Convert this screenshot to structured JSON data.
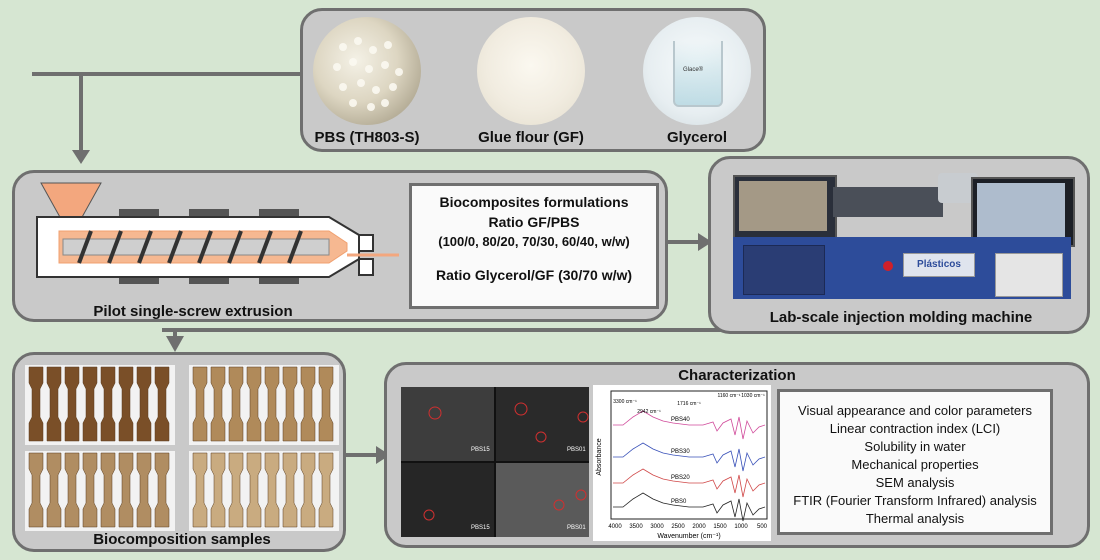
{
  "materials": {
    "pbs": "PBS (TH803-S)",
    "gf": "Glue flour (GF)",
    "glycerol": "Glycerol",
    "beaker_text": "Glace®"
  },
  "extrusion": {
    "label": "Pilot single-screw extrusion"
  },
  "formulations": {
    "line1": "Biocomposites formulations",
    "line2": "Ratio GF/PBS",
    "line3": "(100/0, 80/20, 70/30, 60/40, w/w)",
    "line4": "Ratio Glycerol/GF (30/70 w/w)"
  },
  "injection": {
    "label": "Lab-scale injection molding machine",
    "brand": "Plásticos"
  },
  "samples": {
    "label": "Biocomposition samples"
  },
  "characterization": {
    "title": "Characterization",
    "items": [
      "Visual appearance and color parameters",
      "Linear contraction index (LCI)",
      "Solubility in water",
      "Mechanical properties",
      "SEM analysis",
      "FTIR (Fourier Transform Infrared) analysis",
      "Thermal analysis"
    ],
    "sem_labels": [
      "PBS15",
      "PBS01",
      "PBS15",
      "PBS01"
    ],
    "ftir": {
      "ylabel": "Absorbance",
      "xlabel": "Wavenumber (cm⁻¹)",
      "xticks": [
        "4000",
        "3500",
        "3000",
        "2500",
        "2000",
        "1500",
        "1000",
        "500"
      ],
      "series": [
        "PBS40",
        "PBS30",
        "PBS20",
        "PBS0"
      ],
      "annotations": [
        "3300 cm⁻¹",
        "2942 cm⁻¹",
        "1716 cm⁻¹",
        "1160 cm⁻¹",
        "1030 cm⁻¹"
      ]
    }
  },
  "colors": {
    "panel": "#c9c9c9",
    "background": "#d6e6d2",
    "arrow": "#6f6f6f",
    "hopper": "#f3a77e"
  }
}
